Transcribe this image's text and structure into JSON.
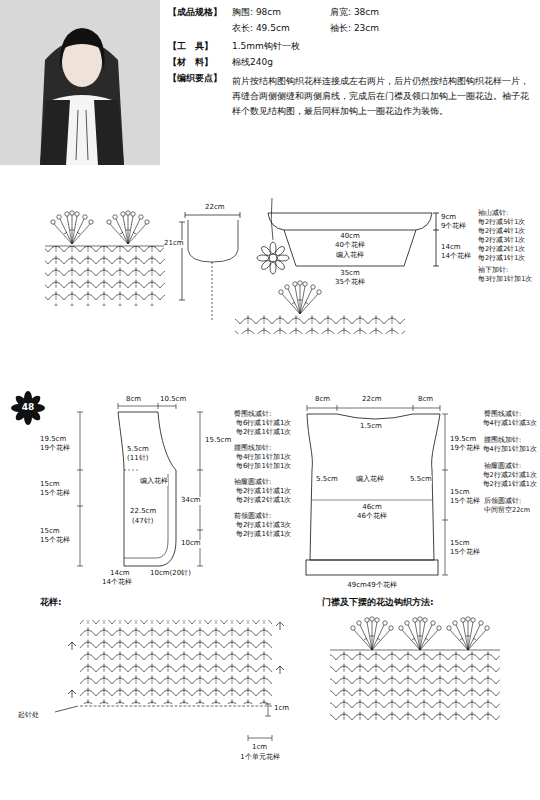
{
  "diagram": {
    "labels": [
      "【成品规格】",
      "胸围: 98cm",
      "肩宽: 38cm",
      "衣长: 49.5cm",
      "袖长: 23cm",
      "【工　具】",
      "1.5mm钩针一枚",
      "【材　料】",
      "棉线240g",
      "【编织要点】",
      "前片按结构图钩织花样连接成左右两片，后片仍然按结构图钩织花样一片，再缝合两侧侧缝和两侧肩线，完成后在门襟及领口加钩上一圈花边。袖子花样个数见结构图，最后同样加钩上一圈花边作为装饰。",
      "22cm",
      "21cm",
      "40cm",
      "40个花样",
      "编入花样",
      "35cm",
      "35个花样",
      "9cm",
      "9个花样",
      "14cm",
      "14个花样",
      "袖山减针:",
      "每2行减5针1次",
      "每2行减4针1次",
      "每2行减3针1次",
      "每2行减2针1次",
      "每2行减1针1次",
      "袖下加针:",
      "每3行加1针加1次",
      "48",
      "8cm",
      "10.5cm",
      "19.5cm",
      "19个花样",
      "5.5cm",
      "(11针)",
      "编入花样",
      "15cm",
      "15个花样",
      "22.5cm",
      "(47针)",
      "15cm",
      "15个花样",
      "14cm",
      "14个花样",
      "10cm(20针)",
      "15.5cm",
      "34cm",
      "10cm",
      "臀围线减针:",
      "每6行减1针减1次",
      "每2行减1针减1次",
      "腰围线加针:",
      "每4行加1针加1次",
      "每6行加1针加1次",
      "袖窿圆减针:",
      "每2行减1针减1次",
      "每2行减2针减1次",
      "前领圆减针:",
      "每2行减1针减3次",
      "每2行减1针减1次",
      "8cm",
      "22cm",
      "8cm",
      "1.5cm",
      "5.5cm",
      "编入花样",
      "5.5cm",
      "46cm",
      "46个花样",
      "19.5cm",
      "19个花样",
      "15cm",
      "15个花样",
      "15cm",
      "15个花样",
      "49cm49个花样",
      "臀围线减针:",
      "每4行减1针减3次",
      "腰围线加针:",
      "每4行加1针加1次",
      "袖窿圆减针:",
      "每2行减2针减1次",
      "每2行减1针减1次",
      "后领圆减针:",
      "中间留空22cm",
      "花样:",
      "门襟及下摆的花边钩织方法:",
      "起针处",
      "1cm",
      "1cm",
      "1个单元花样"
    ]
  }
}
